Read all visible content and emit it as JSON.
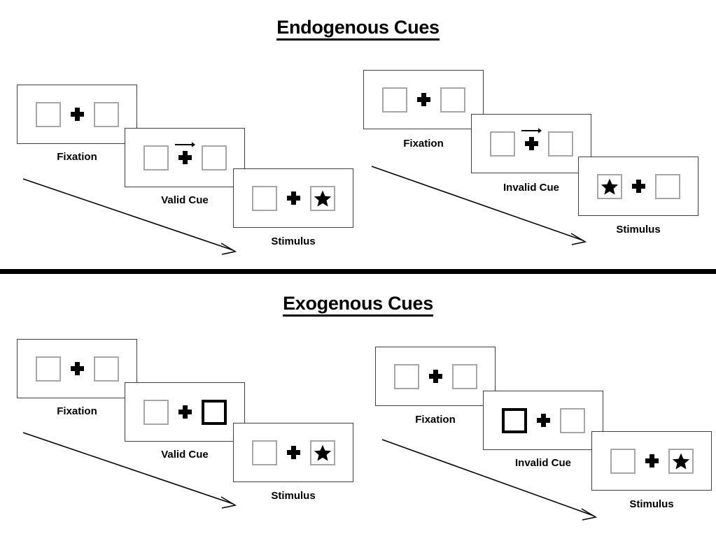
{
  "sections": [
    {
      "title": "Endogenous Cues",
      "panels": [
        {
          "name": "endogenous-valid",
          "frames": [
            {
              "label": "Fixation",
              "left_box": "empty",
              "right_box": "empty",
              "cue": "none",
              "cued_side": "none"
            },
            {
              "label": "Valid Cue",
              "left_box": "empty",
              "right_box": "empty",
              "cue": "arrow-right",
              "cued_side": "right"
            },
            {
              "label": "Stimulus",
              "left_box": "empty",
              "right_box": "star",
              "cue": "none",
              "cued_side": "none"
            }
          ]
        },
        {
          "name": "endogenous-invalid",
          "frames": [
            {
              "label": "Fixation",
              "left_box": "empty",
              "right_box": "empty",
              "cue": "none",
              "cued_side": "none"
            },
            {
              "label": "Invalid Cue",
              "left_box": "empty",
              "right_box": "empty",
              "cue": "arrow-right",
              "cued_side": "right"
            },
            {
              "label": "Stimulus",
              "left_box": "star",
              "right_box": "empty",
              "cue": "none",
              "cued_side": "none"
            }
          ]
        }
      ]
    },
    {
      "title": "Exogenous Cues",
      "panels": [
        {
          "name": "exogenous-valid",
          "frames": [
            {
              "label": "Fixation",
              "left_box": "empty",
              "right_box": "empty",
              "cue": "none",
              "cued_side": "none"
            },
            {
              "label": "Valid Cue",
              "left_box": "empty",
              "right_box": "empty",
              "cue": "box-highlight",
              "cued_side": "right"
            },
            {
              "label": "Stimulus",
              "left_box": "empty",
              "right_box": "star",
              "cue": "none",
              "cued_side": "none"
            }
          ]
        },
        {
          "name": "exogenous-invalid",
          "frames": [
            {
              "label": "Fixation",
              "left_box": "empty",
              "right_box": "empty",
              "cue": "none",
              "cued_side": "none"
            },
            {
              "label": "Invalid Cue",
              "left_box": "empty",
              "right_box": "empty",
              "cue": "box-highlight",
              "cued_side": "left"
            },
            {
              "label": "Stimulus",
              "left_box": "empty",
              "right_box": "star",
              "cue": "none",
              "cued_side": "none"
            }
          ]
        }
      ]
    }
  ],
  "icons": {
    "fixation_cross": "plus-icon",
    "target": "star-icon",
    "arrow_cue": "arrow-right-icon",
    "time_flow": "time-flow-arrow-icon"
  },
  "colors": {
    "ink": "#000000",
    "frame_border": "#3f3f3f",
    "box_border": "#a6a6a6",
    "cued_box_border": "#000000",
    "background": "#ffffff"
  },
  "labels": {
    "endogenous_title": "Endogenous Cues",
    "exogenous_title": "Exogenous Cues"
  }
}
